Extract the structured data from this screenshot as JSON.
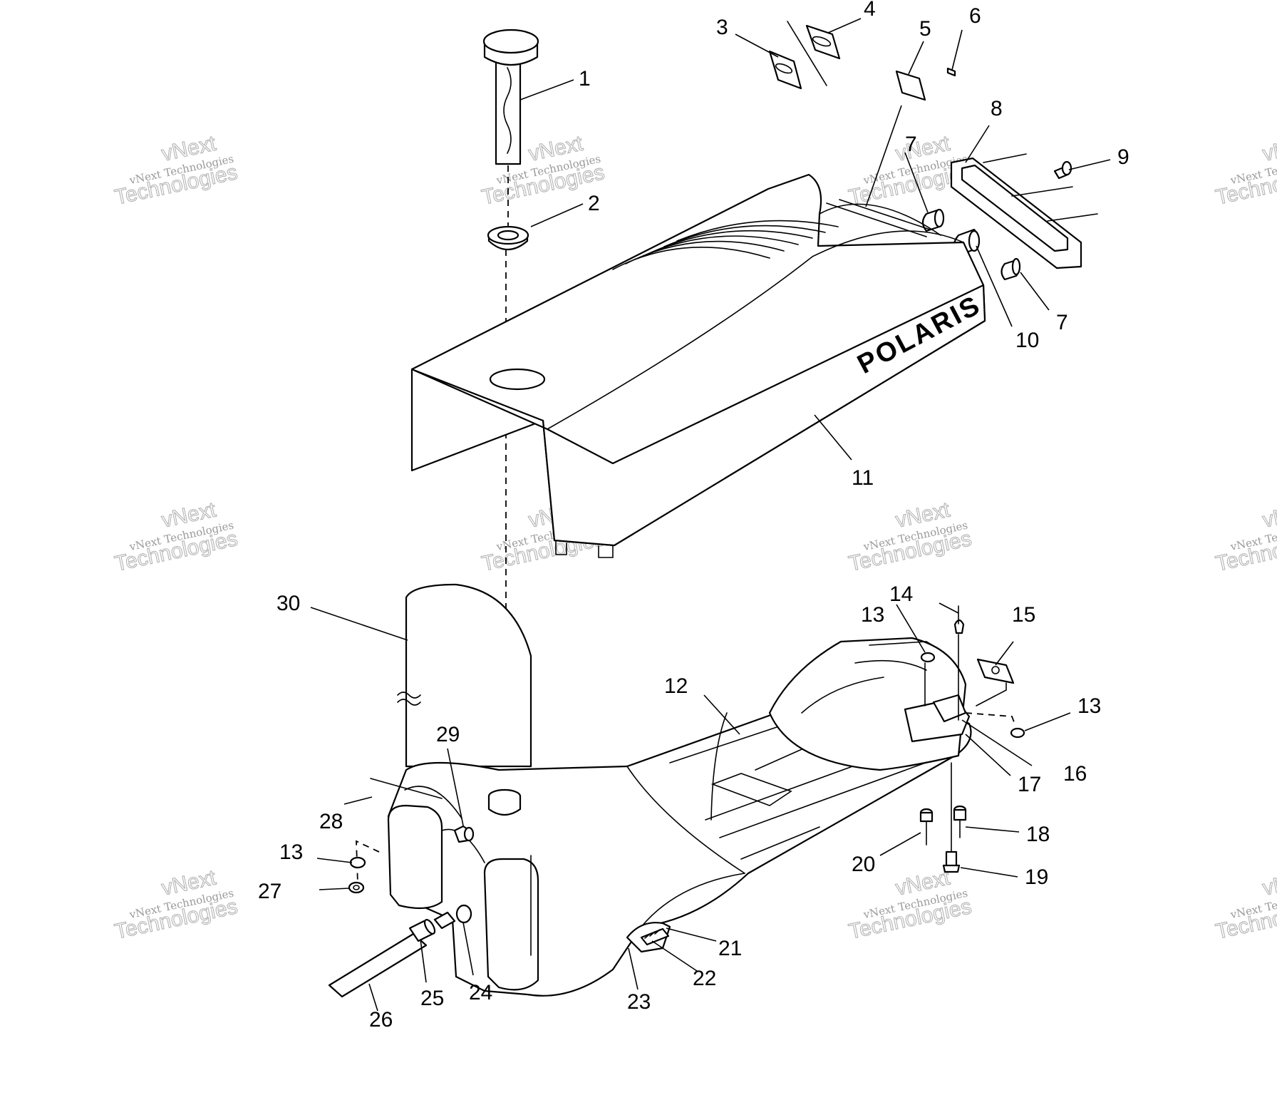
{
  "diagram": {
    "brand_logo_text": "POLARIS",
    "watermark": {
      "line1": "vNext",
      "line2": "vNext Technologies",
      "line3": "Technologies"
    },
    "callouts": [
      {
        "id": "c1",
        "label": "1"
      },
      {
        "id": "c2",
        "label": "2"
      },
      {
        "id": "c3",
        "label": "3"
      },
      {
        "id": "c4",
        "label": "4"
      },
      {
        "id": "c5",
        "label": "5"
      },
      {
        "id": "c6",
        "label": "6"
      },
      {
        "id": "c7a",
        "label": "7"
      },
      {
        "id": "c7b",
        "label": "7"
      },
      {
        "id": "c8",
        "label": "8"
      },
      {
        "id": "c9",
        "label": "9"
      },
      {
        "id": "c10",
        "label": "10"
      },
      {
        "id": "c11",
        "label": "11"
      },
      {
        "id": "c12",
        "label": "12"
      },
      {
        "id": "c13a",
        "label": "13"
      },
      {
        "id": "c13b",
        "label": "13"
      },
      {
        "id": "c13c",
        "label": "13"
      },
      {
        "id": "c14",
        "label": "14"
      },
      {
        "id": "c15",
        "label": "15"
      },
      {
        "id": "c16",
        "label": "16"
      },
      {
        "id": "c17",
        "label": "17"
      },
      {
        "id": "c18",
        "label": "18"
      },
      {
        "id": "c19",
        "label": "19"
      },
      {
        "id": "c20",
        "label": "20"
      },
      {
        "id": "c21",
        "label": "21"
      },
      {
        "id": "c22",
        "label": "22"
      },
      {
        "id": "c23",
        "label": "23"
      },
      {
        "id": "c24",
        "label": "24"
      },
      {
        "id": "c25",
        "label": "25"
      },
      {
        "id": "c26",
        "label": "26"
      },
      {
        "id": "c27",
        "label": "27"
      },
      {
        "id": "c28",
        "label": "28"
      },
      {
        "id": "c29",
        "label": "29"
      },
      {
        "id": "c30",
        "label": "30"
      }
    ]
  }
}
